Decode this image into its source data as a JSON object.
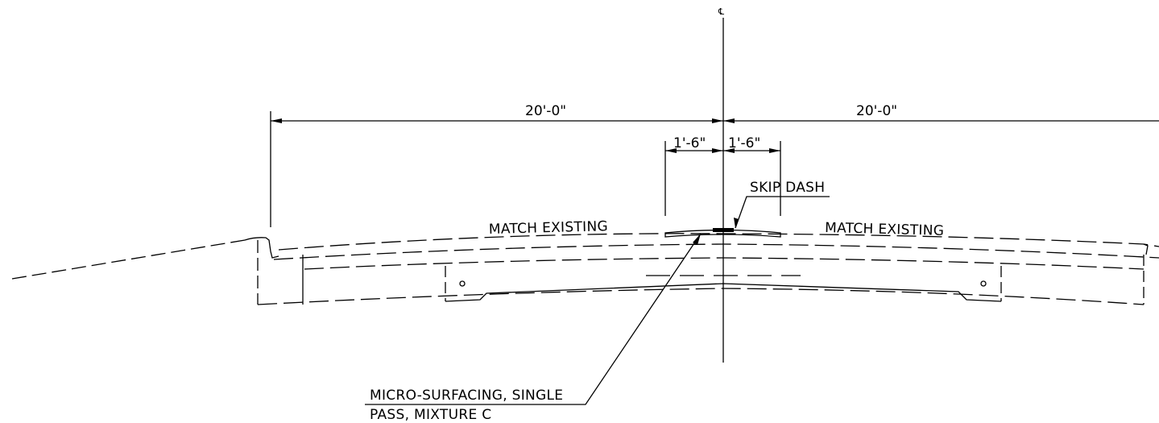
{
  "centerline_symbol": "℄",
  "dimensions": {
    "left_width": "20'-0\"",
    "right_width": "20'-0\"",
    "left_offset": "1'-6\"",
    "right_offset": "1'-6\""
  },
  "notes": {
    "skip_dash": "SKIP DASH",
    "match_existing_left": "MATCH EXISTING",
    "match_existing_right": "MATCH EXISTING",
    "micro_surfacing_line1": "MICRO-SURFACING, SINGLE",
    "micro_surfacing_line2": "PASS, MIXTURE C"
  }
}
